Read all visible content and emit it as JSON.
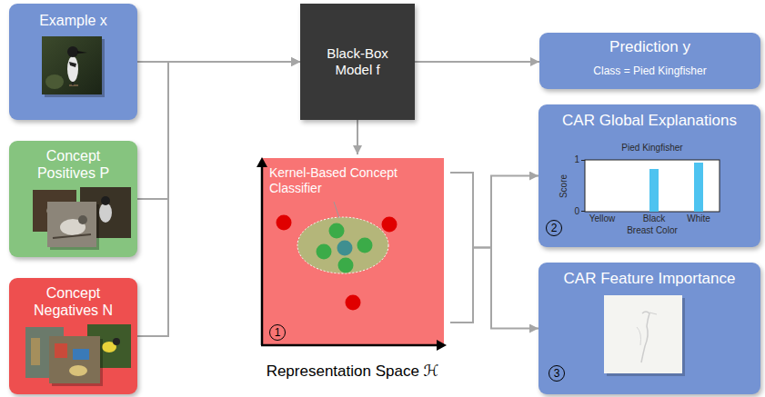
{
  "diagram": {
    "nodes": [
      {
        "text": [
          "Example x"
        ]
      },
      {
        "text": [
          "Concept Positives P"
        ]
      },
      {
        "text": [
          "Concept Negatives N"
        ]
      },
      {
        "text": [
          "Black-Box Model f"
        ]
      },
      {
        "text": [
          "Prediction y",
          "Class = Pied Kingfisher"
        ]
      },
      {
        "text": [
          "Kernel-Based Concept Classifier",
          "1",
          "Representation Space ℋ"
        ]
      },
      {
        "text": [
          "CAR Global Explanations",
          "Pied Kingfisher",
          "Score",
          "1",
          "0",
          "Yellow",
          "Black",
          "White",
          "Breast Color",
          "2"
        ]
      },
      {
        "text": [
          "CAR Feature Importance",
          "3"
        ]
      }
    ],
    "edges": [
      {
        "from": 0,
        "to": 3,
        "arrow": "to"
      },
      {
        "from": 1,
        "to": 3,
        "arrow": "to"
      },
      {
        "from": 2,
        "to": 3,
        "arrow": "to"
      },
      {
        "from": 3,
        "to": 4,
        "arrow": "to"
      },
      {
        "from": 3,
        "to": 5,
        "arrow": "to"
      },
      {
        "from": 5,
        "to": 6,
        "arrow": "to"
      },
      {
        "from": 5,
        "to": 7,
        "arrow": "to"
      }
    ]
  }
}
